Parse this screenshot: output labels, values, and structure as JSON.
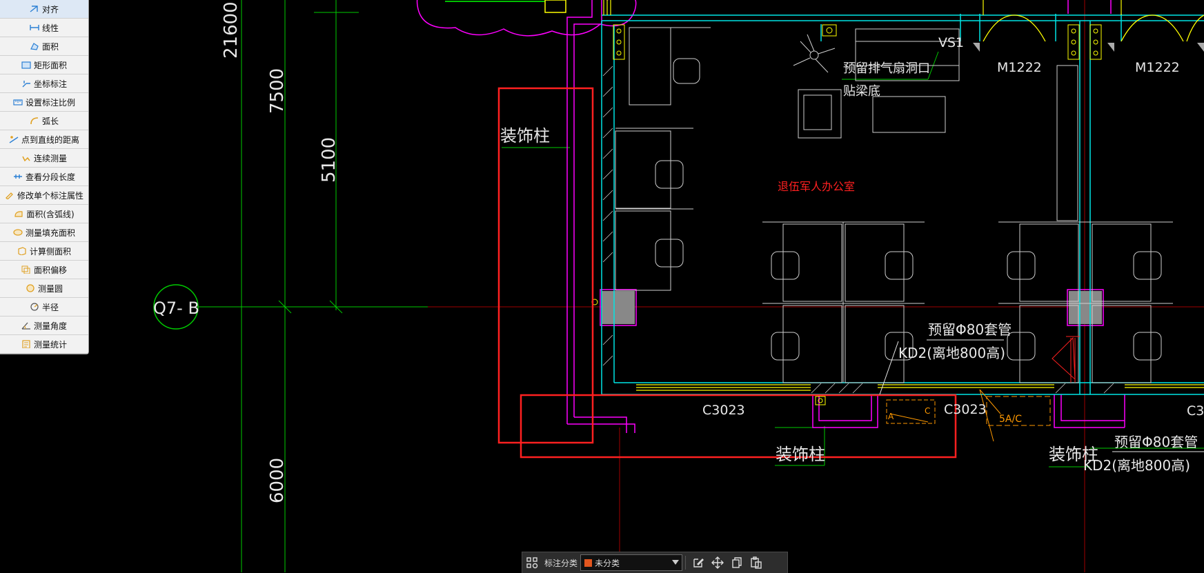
{
  "tools": [
    {
      "id": "align",
      "label": "对齐",
      "icon": "align-icon"
    },
    {
      "id": "linear",
      "label": "线性",
      "icon": "linear-dimension-icon"
    },
    {
      "id": "area",
      "label": "面积",
      "icon": "area-icon"
    },
    {
      "id": "rect-area",
      "label": "矩形面积",
      "icon": "rect-area-icon"
    },
    {
      "id": "coordinate",
      "label": "坐标标注",
      "icon": "coordinate-icon"
    },
    {
      "id": "scale",
      "label": "设置标注比例",
      "icon": "scale-icon"
    },
    {
      "id": "arc",
      "label": "弧长",
      "icon": "arc-icon"
    },
    {
      "id": "point-line",
      "label": "点到直线的距离",
      "icon": "point-line-icon"
    },
    {
      "id": "continuous",
      "label": "连续测量",
      "icon": "continuous-measure-icon"
    },
    {
      "id": "segment",
      "label": "查看分段长度",
      "icon": "segment-length-icon"
    },
    {
      "id": "modify",
      "label": "修改单个标注属性",
      "icon": "edit-dimension-icon"
    },
    {
      "id": "arc-area",
      "label": "面积(含弧线)",
      "icon": "arc-area-icon"
    },
    {
      "id": "fill-area",
      "label": "测量填充面积",
      "icon": "fill-area-icon"
    },
    {
      "id": "side-area",
      "label": "计算侧面积",
      "icon": "side-area-icon"
    },
    {
      "id": "offset",
      "label": "面积偏移",
      "icon": "offset-icon"
    },
    {
      "id": "circle",
      "label": "测量圆",
      "icon": "circle-icon"
    },
    {
      "id": "radius",
      "label": "半径",
      "icon": "radius-icon"
    },
    {
      "id": "angle",
      "label": "测量角度",
      "icon": "angle-icon"
    },
    {
      "id": "stats",
      "label": "测量统计",
      "icon": "statistics-icon"
    }
  ],
  "bottom_toolbar": {
    "category_label": "标注分类",
    "category_value": "未分类",
    "category_color": "#e2561f"
  },
  "drawing": {
    "dims": [
      "21600",
      "7500",
      "5100",
      "6000"
    ],
    "axis_tag": "Q7- B",
    "room_label": "退伍军人办公室",
    "decor_column_label": "装饰柱",
    "exhaust_note_1": "预留排气扇洞口",
    "exhaust_note_2": "贴梁底",
    "vs_tag": "VS1",
    "door_tags": [
      "M1222",
      "M1222"
    ],
    "window_tags": [
      "C3023",
      "C3023",
      "C3"
    ],
    "sleeve_note": "预留Φ80套管",
    "kd2_note": "KD2(离地800高)",
    "panel_tags": [
      "A",
      "C",
      "5A/C"
    ]
  },
  "colors": {
    "background": "#000000",
    "wall": "#00ffff",
    "magenta": "#ff00ff",
    "green": "#00ff00",
    "yellow": "#ffff00",
    "red_mark": "#ff2020",
    "furniture": "#d8d8d8",
    "orange": "#ff9900",
    "axis_red": "#b00000"
  }
}
